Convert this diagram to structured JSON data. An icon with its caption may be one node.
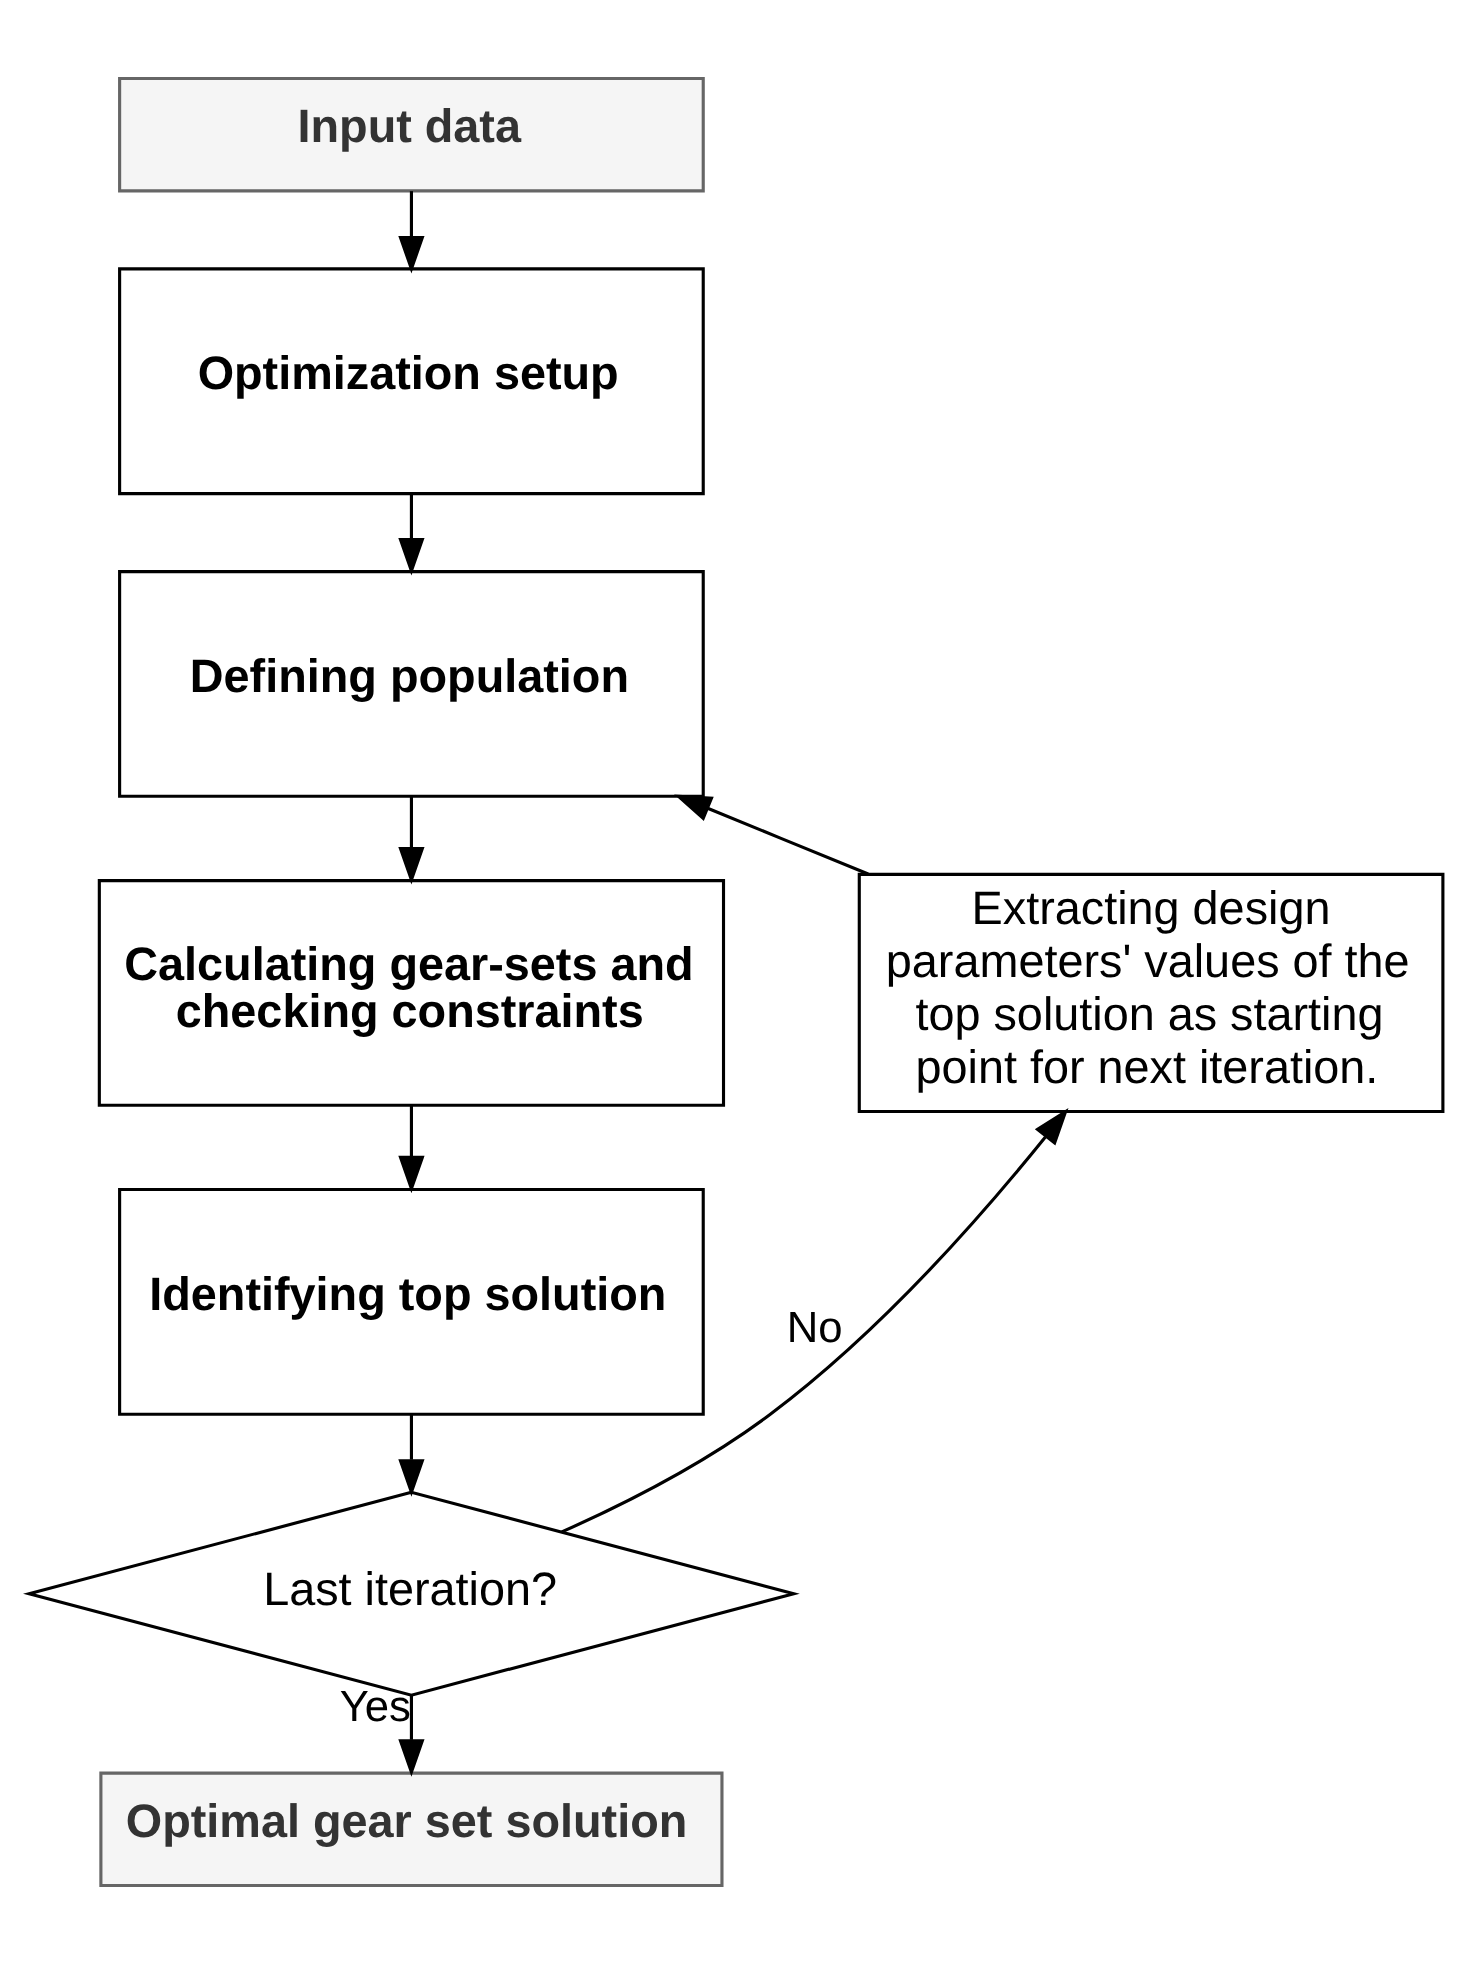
{
  "diagram": {
    "nodes": [
      {
        "text": [
          "Input data"
        ]
      },
      {
        "text": [
          "Optimization setup"
        ]
      },
      {
        "text": [
          "Defining population"
        ]
      },
      {
        "text": [
          "Calculating gear-sets and checking constraints"
        ]
      },
      {
        "text": [
          "Identifying top solution"
        ]
      },
      {
        "text": [
          "Last iteration?"
        ]
      },
      {
        "text": [
          "Optimal gear set solution"
        ]
      },
      {
        "text": [
          "Extracting design parameters' values of the top solution as starting point for next iteration."
        ]
      }
    ],
    "edges": [
      {
        "from": 0,
        "to": 1,
        "arrow": "to"
      },
      {
        "from": 1,
        "to": 2,
        "arrow": "to"
      },
      {
        "from": 2,
        "to": 3,
        "arrow": "to"
      },
      {
        "from": 3,
        "to": 4,
        "arrow": "to"
      },
      {
        "from": 4,
        "to": 5,
        "arrow": "to"
      },
      {
        "from": 5,
        "to": 6,
        "arrow": "to",
        "label": "Yes"
      },
      {
        "from": 5,
        "to": 7,
        "arrow": "to",
        "label": "No"
      },
      {
        "from": 7,
        "to": 2,
        "arrow": "to"
      }
    ]
  }
}
